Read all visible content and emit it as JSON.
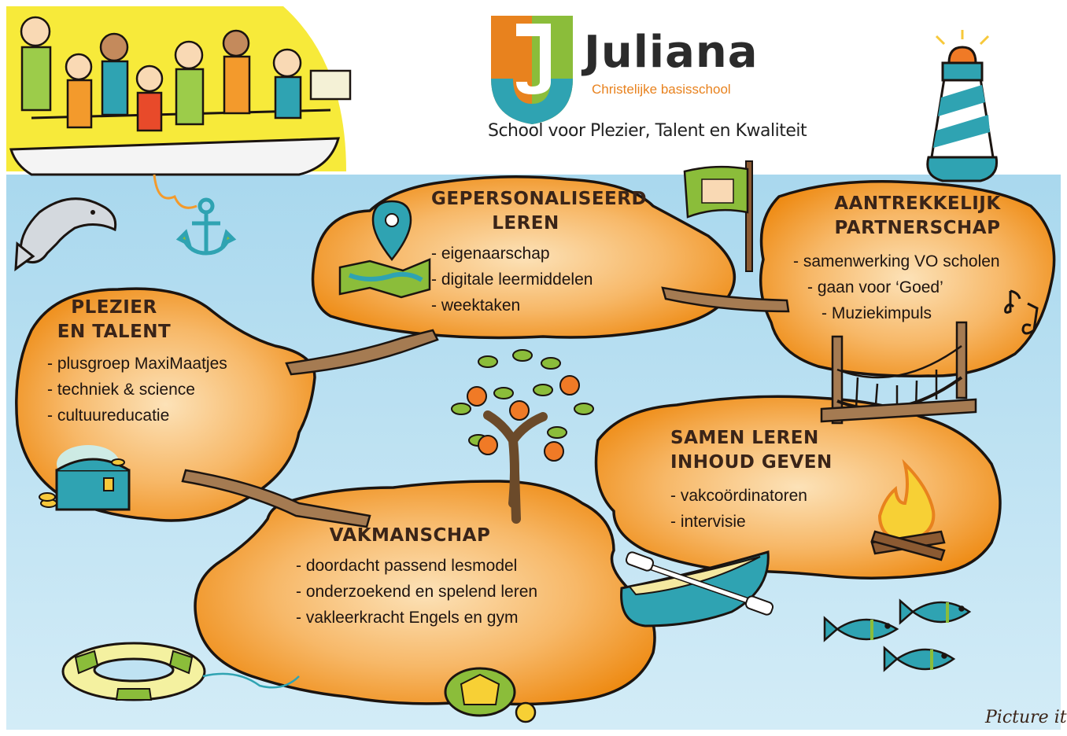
{
  "colors": {
    "sea": "#bfe2f2",
    "island": "#f3901e",
    "island_light": "#fce2b8",
    "outline": "#1b1410",
    "teal": "#2fa3b2",
    "orange": "#e8821e",
    "green": "#8bbd3a"
  },
  "header": {
    "brand_name": "Juliana",
    "brand_subtitle": "Christelijke basisschool",
    "tagline": "School voor Plezier, Talent en Kwaliteit"
  },
  "islands": {
    "gepersonaliseerd": {
      "title_line1": "GEPERSONALISEERD",
      "title_line2": "LEREN",
      "items": [
        "- eigenaarschap",
        "- digitale leermiddelen",
        "- weektaken"
      ]
    },
    "partnerschap": {
      "title_line1": "AANTREKKELIJK",
      "title_line2": "PARTNERSCHAP",
      "items": [
        "- samenwerking VO scholen",
        "- gaan voor ‘Goed’",
        "- Muziekimpuls"
      ]
    },
    "plezier": {
      "title_line1": "PLEZIER",
      "title_line2": "EN TALENT",
      "items": [
        "- plusgroep MaxiMaatjes",
        "- techniek & science",
        "- cultuureducatie"
      ]
    },
    "samen_leren": {
      "title_line1": "SAMEN LEREN",
      "title_line2": "INHOUD GEVEN",
      "items": [
        "- vakcoördinatoren",
        "- intervisie"
      ]
    },
    "vakmanschap": {
      "title_line1": "VAKMANSCHAP",
      "items": [
        "- doordacht passend lesmodel",
        "- onderzoekend en spelend leren",
        "- vakleerkracht Engels en gym"
      ]
    }
  },
  "credit": "Picture it",
  "icons": [
    "school-logo",
    "lighthouse",
    "dolphin",
    "anchor",
    "map-pin",
    "flag",
    "music-notes",
    "rope-bridge",
    "apple-tree",
    "treasure-chest",
    "campfire",
    "canoe",
    "fish",
    "life-ring",
    "turtle",
    "children-boat"
  ]
}
